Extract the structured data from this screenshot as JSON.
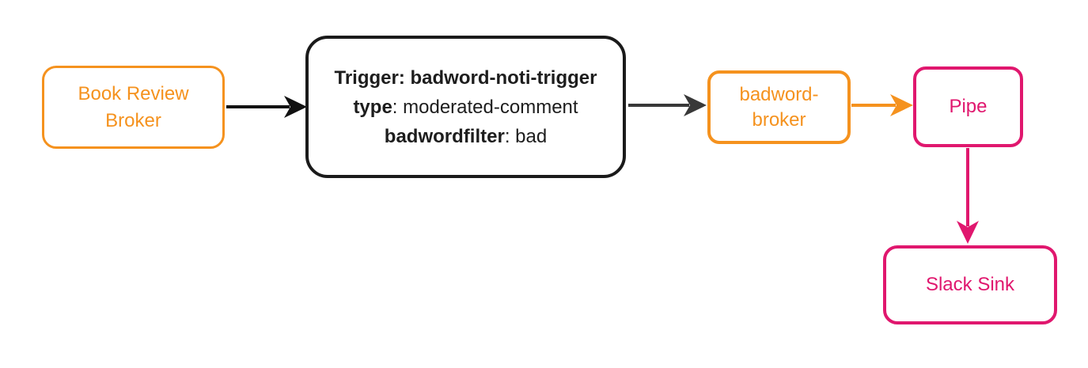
{
  "colors": {
    "orange": "#F5921E",
    "pink": "#E0176E",
    "node-black": "#1A1A1A",
    "arrow-black": "#111111",
    "arrow-gray": "#383838",
    "bg": "#FFFFFF"
  },
  "nodes": {
    "book_review_broker": {
      "line1": "Book Review",
      "line2": "Broker"
    },
    "trigger": {
      "line1_bold": "Trigger: badword-noti-trigger",
      "line2_bold": "type",
      "line2_rest": ": moderated-comment",
      "line3_bold": "badwordfilter",
      "line3_rest": ": bad"
    },
    "badword_broker": {
      "line1": "badword-",
      "line2": "broker"
    },
    "pipe": {
      "label": "Pipe"
    },
    "slack_sink": {
      "label": "Slack Sink"
    }
  },
  "edges": [
    {
      "from": "book_review_broker",
      "to": "trigger",
      "color_key": "arrow-black"
    },
    {
      "from": "trigger",
      "to": "badword_broker",
      "color_key": "arrow-gray"
    },
    {
      "from": "badword_broker",
      "to": "pipe",
      "color_key": "orange"
    },
    {
      "from": "pipe",
      "to": "slack_sink",
      "color_key": "pink"
    }
  ]
}
